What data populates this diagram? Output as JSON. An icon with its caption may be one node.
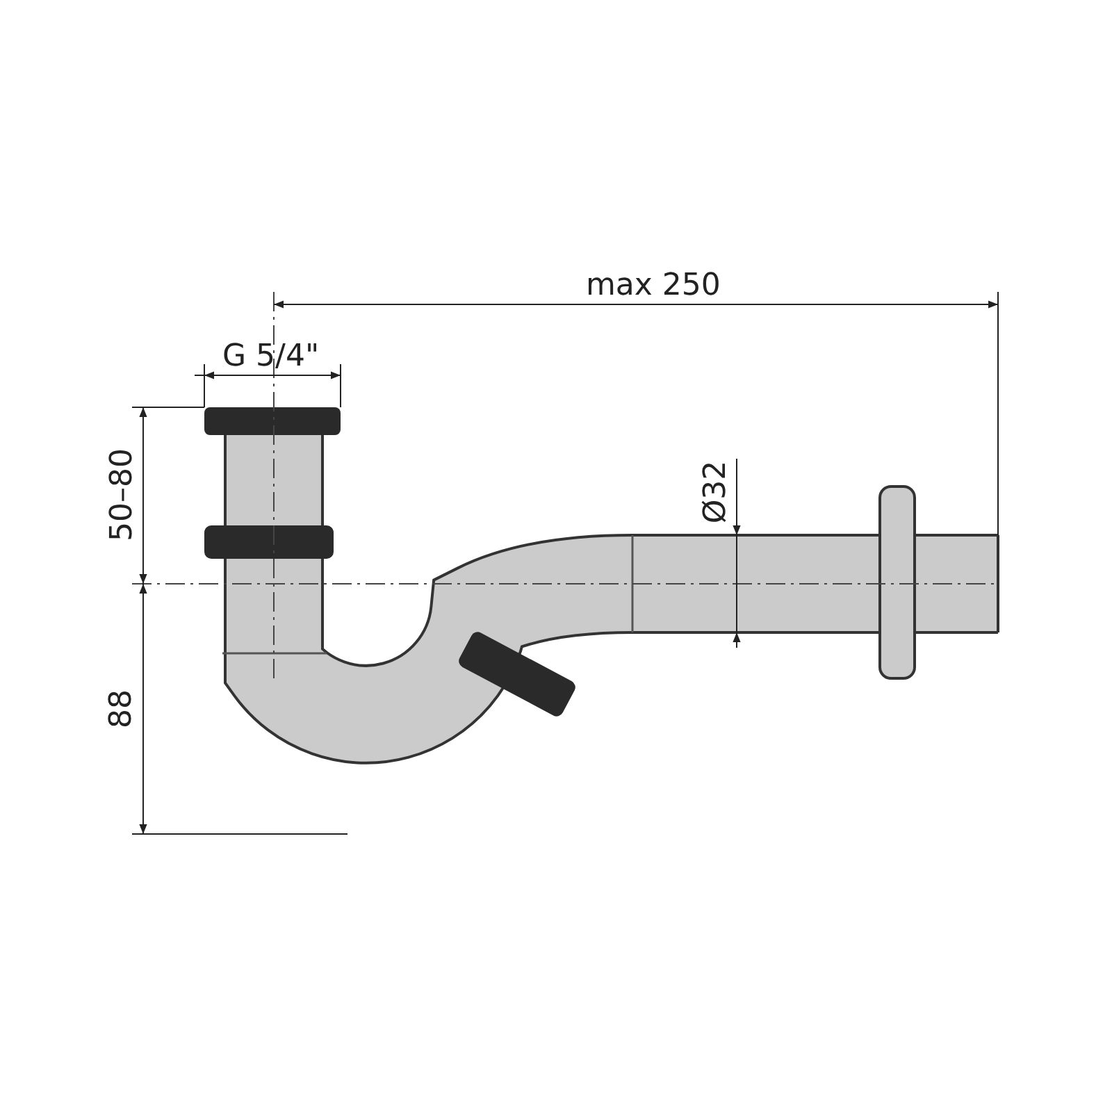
{
  "diagram": {
    "labels": [
      "max 250",
      "G 5/4\"",
      "50–80",
      "88",
      "Ø32"
    ]
  }
}
